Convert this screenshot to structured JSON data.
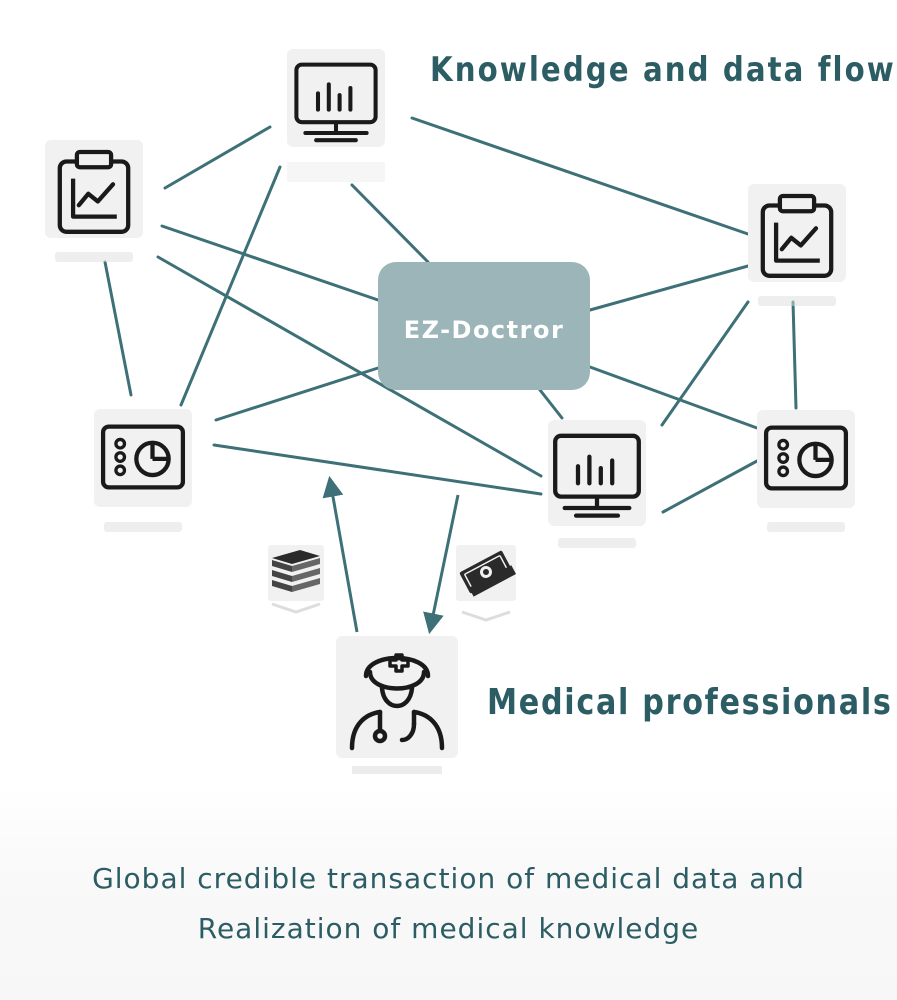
{
  "header": {
    "title": "Knowledge and data flow"
  },
  "hub": {
    "label": "EZ-Doctror"
  },
  "side_label": {
    "title": "Medical professionals"
  },
  "footer": {
    "line1": "Global credible transaction of medical data and",
    "line2": "Realization of medical knowledge"
  },
  "colors": {
    "text": "#2c5d64",
    "connector": "#3d7077",
    "hub_fill": "#9bb5b8",
    "hub_text": "#ffffff",
    "tile": "#f1f1f1",
    "icon_stroke": "#1a1a1a"
  },
  "nodes": [
    {
      "id": "monitor-top",
      "icon": "bar-chart-monitor-icon"
    },
    {
      "id": "clipboard-left",
      "icon": "clipboard-chart-icon"
    },
    {
      "id": "clipboard-right",
      "icon": "clipboard-chart-icon"
    },
    {
      "id": "dashboard-left",
      "icon": "pie-dashboard-icon"
    },
    {
      "id": "monitor-center",
      "icon": "bar-chart-monitor-icon"
    },
    {
      "id": "dashboard-right",
      "icon": "pie-dashboard-icon"
    },
    {
      "id": "books",
      "icon": "book-stack-icon"
    },
    {
      "id": "money",
      "icon": "money-bills-icon"
    },
    {
      "id": "doctor",
      "icon": "doctor-icon"
    }
  ]
}
